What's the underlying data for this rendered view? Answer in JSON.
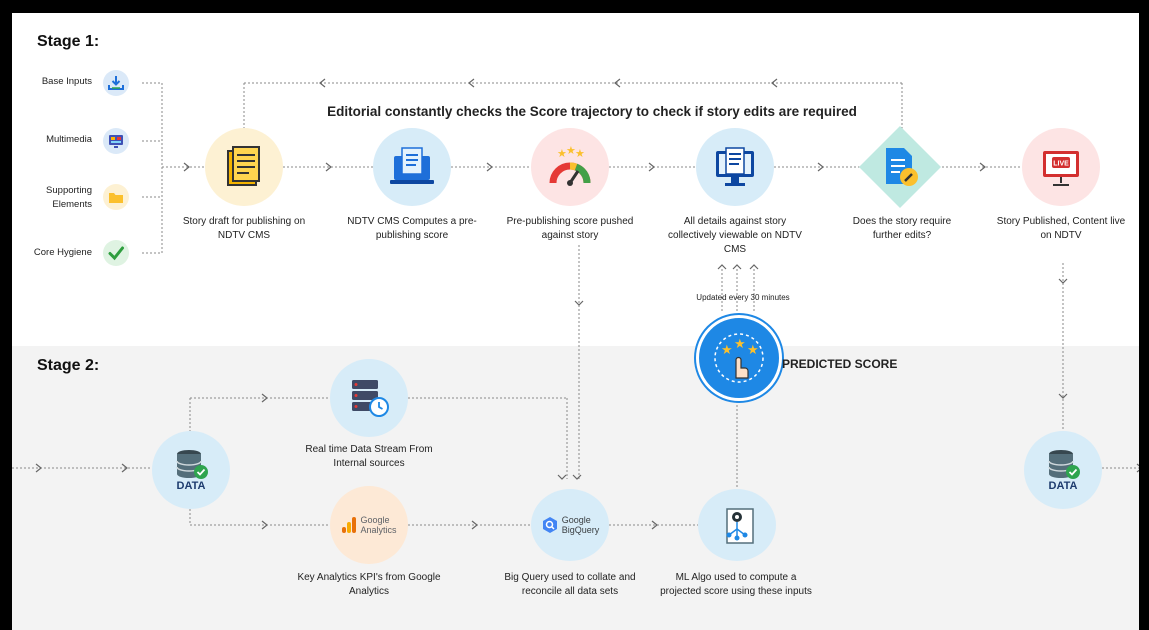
{
  "stage1": {
    "title": "Stage 1:",
    "headline": "Editorial constantly checks the Score trajectory to check if story edits are required",
    "inputs": [
      {
        "label": "Base Inputs",
        "icon": "download-tray-icon"
      },
      {
        "label": "Multimedia",
        "icon": "multimedia-screen-icon"
      },
      {
        "label": "Supporting Elements",
        "icon": "folder-icon"
      },
      {
        "label": "Core Hygiene",
        "icon": "checkmark-icon"
      }
    ],
    "steps": [
      {
        "caption": "Story draft for publishing on NDTV CMS",
        "icon": "document-icon"
      },
      {
        "caption": "NDTV CMS Computes a pre-publishing score",
        "icon": "laptop-document-icon"
      },
      {
        "caption": "Pre-publishing score pushed against story",
        "icon": "gauge-stars-icon"
      },
      {
        "caption": "All details against story collectively viewable on NDTV CMS",
        "icon": "monitor-document-icon"
      },
      {
        "caption": "Does the story require further edits?",
        "icon": "edit-document-icon"
      },
      {
        "caption": "Story Published, Content live on NDTV",
        "icon": "live-broadcast-icon",
        "badge": "LIVE"
      }
    ],
    "update_note": "Updated every 30 minutes"
  },
  "stage2": {
    "title": "Stage 2:",
    "data_label": "DATA",
    "predicted_label": "PREDICTED SCORE",
    "nodes": [
      {
        "caption": "Real time Data Stream From Internal sources",
        "icon": "server-clock-icon"
      },
      {
        "caption": "Key Analytics KPI's from Google Analytics",
        "icon": "google-analytics-icon",
        "logo_line1": "Google",
        "logo_line2": "Analytics"
      },
      {
        "caption": "Big Query used to collate and reconcile all data sets",
        "icon": "bigquery-icon",
        "logo_line1": "Google",
        "logo_line2": "BigQuery"
      },
      {
        "caption": "ML Algo used to compute a projected score using these inputs",
        "icon": "ml-network-icon"
      }
    ]
  },
  "colors": {
    "arrow": "#8a8a8a",
    "accent_blue": "#1e88e5",
    "data_navy": "#1d3b6e",
    "stage2_bg": "#f3f3f3"
  }
}
